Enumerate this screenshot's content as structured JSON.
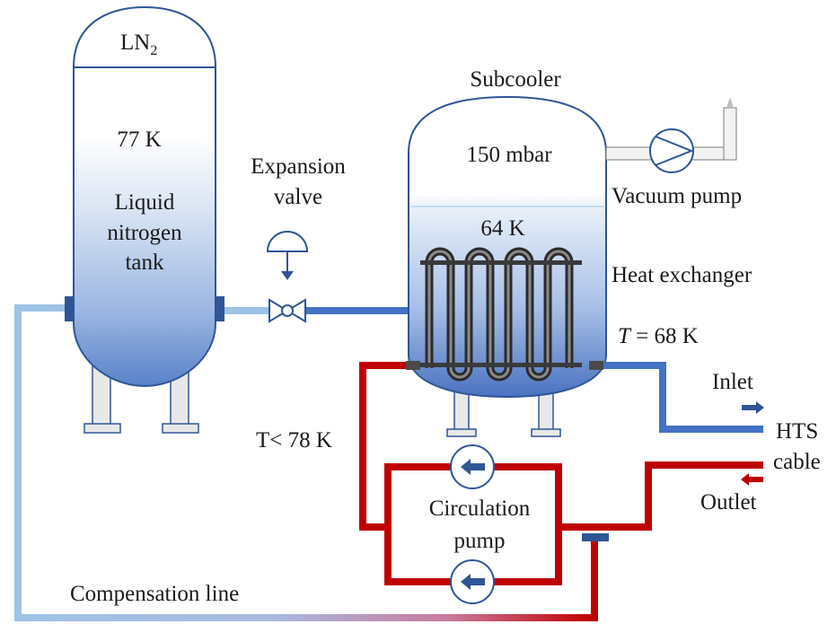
{
  "tank": {
    "label_prefix": "LN",
    "label_subscript": "2",
    "temperature": "77 K",
    "name_line1": "Liquid",
    "name_line2": "nitrogen",
    "name_line3": "tank"
  },
  "expansion_valve": {
    "line1": "Expansion",
    "line2": "valve"
  },
  "subcooler": {
    "title": "Subcooler",
    "pressure": "150 mbar",
    "temperature": "64 K"
  },
  "vacuum_pump": {
    "label": "Vacuum pump"
  },
  "heat_exchanger": {
    "label": "Heat exchanger"
  },
  "outlet_temperature": {
    "symbol": "T",
    "value": " = 68 K"
  },
  "return_temperature": "T< 78 K",
  "inlet": "Inlet",
  "hts_cable": {
    "line1": "HTS",
    "line2": "cable"
  },
  "outlet": "Outlet",
  "circulation_pump": {
    "line1": "Circulation",
    "line2": "pump"
  },
  "compensation_line": "Compensation line",
  "colors": {
    "cold_line": "#4472c4",
    "warm_line": "#c00000",
    "compensation_line": "#9dc3e6",
    "vessel_border": "#2f5597",
    "arrow": "#2f5597"
  }
}
